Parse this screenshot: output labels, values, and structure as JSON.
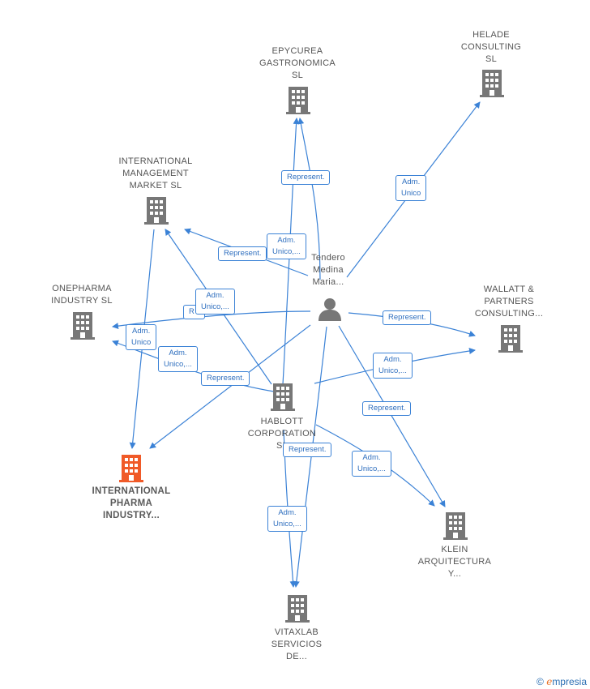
{
  "colors": {
    "edge": "#3b82d6",
    "building": "#777777",
    "focus_building": "#f05a28",
    "person": "#777777"
  },
  "nodes": {
    "epycurea": {
      "label": [
        "EPYCUREA",
        "GASTRONOMICA",
        "SL"
      ],
      "icon": "building-icon"
    },
    "helade": {
      "label": [
        "HELADE",
        "CONSULTING",
        "SL"
      ],
      "icon": "building-icon"
    },
    "intl_mgmt": {
      "label": [
        "INTERNATIONAL",
        "MANAGEMENT",
        "MARKET  SL"
      ],
      "icon": "building-icon"
    },
    "onepharma": {
      "label": [
        "ONEPHARMA",
        "INDUSTRY  SL"
      ],
      "icon": "building-icon"
    },
    "person": {
      "label": [
        "Tendero",
        "Medina",
        "Maria..."
      ],
      "icon": "person-icon"
    },
    "wallatt": {
      "label": [
        "WALLATT &",
        "PARTNERS",
        "CONSULTING..."
      ],
      "icon": "building-icon"
    },
    "hablott": {
      "label": [
        "HABLOTT",
        "CORPORATION",
        "SL"
      ],
      "icon": "building-icon"
    },
    "intl_pharma": {
      "label": [
        "INTERNATIONAL",
        "PHARMA",
        "INDUSTRY..."
      ],
      "icon": "building-icon"
    },
    "klein": {
      "label": [
        "KLEIN",
        "ARQUITECTURA",
        "Y..."
      ],
      "icon": "building-icon"
    },
    "vitaxlab": {
      "label": [
        "VITAXLAB",
        "SERVICIOS",
        "DE..."
      ],
      "icon": "building-icon"
    }
  },
  "edge_labels": {
    "e1": [
      "Represent."
    ],
    "e2": [
      "Adm.",
      "Unico"
    ],
    "e3": [
      "Adm.",
      "Unico,..."
    ],
    "e4": [
      "Represent."
    ],
    "e5": [
      "Adm.",
      "Unico,..."
    ],
    "e6": [
      "R"
    ],
    "e7": [
      "Adm.",
      "Unico"
    ],
    "e8": [
      "Adm.",
      "Unico,..."
    ],
    "e9": [
      "Represent."
    ],
    "e10": [
      "Represent."
    ],
    "e11": [
      "Adm.",
      "Unico,..."
    ],
    "e12": [
      "Represent."
    ],
    "e13": [
      "Represent."
    ],
    "e14": [
      "Adm.",
      "Unico,..."
    ],
    "e15": [
      "Adm.",
      "Unico,..."
    ]
  },
  "brand": {
    "copyright": "©",
    "e": "e",
    "rest": "mpresia"
  }
}
